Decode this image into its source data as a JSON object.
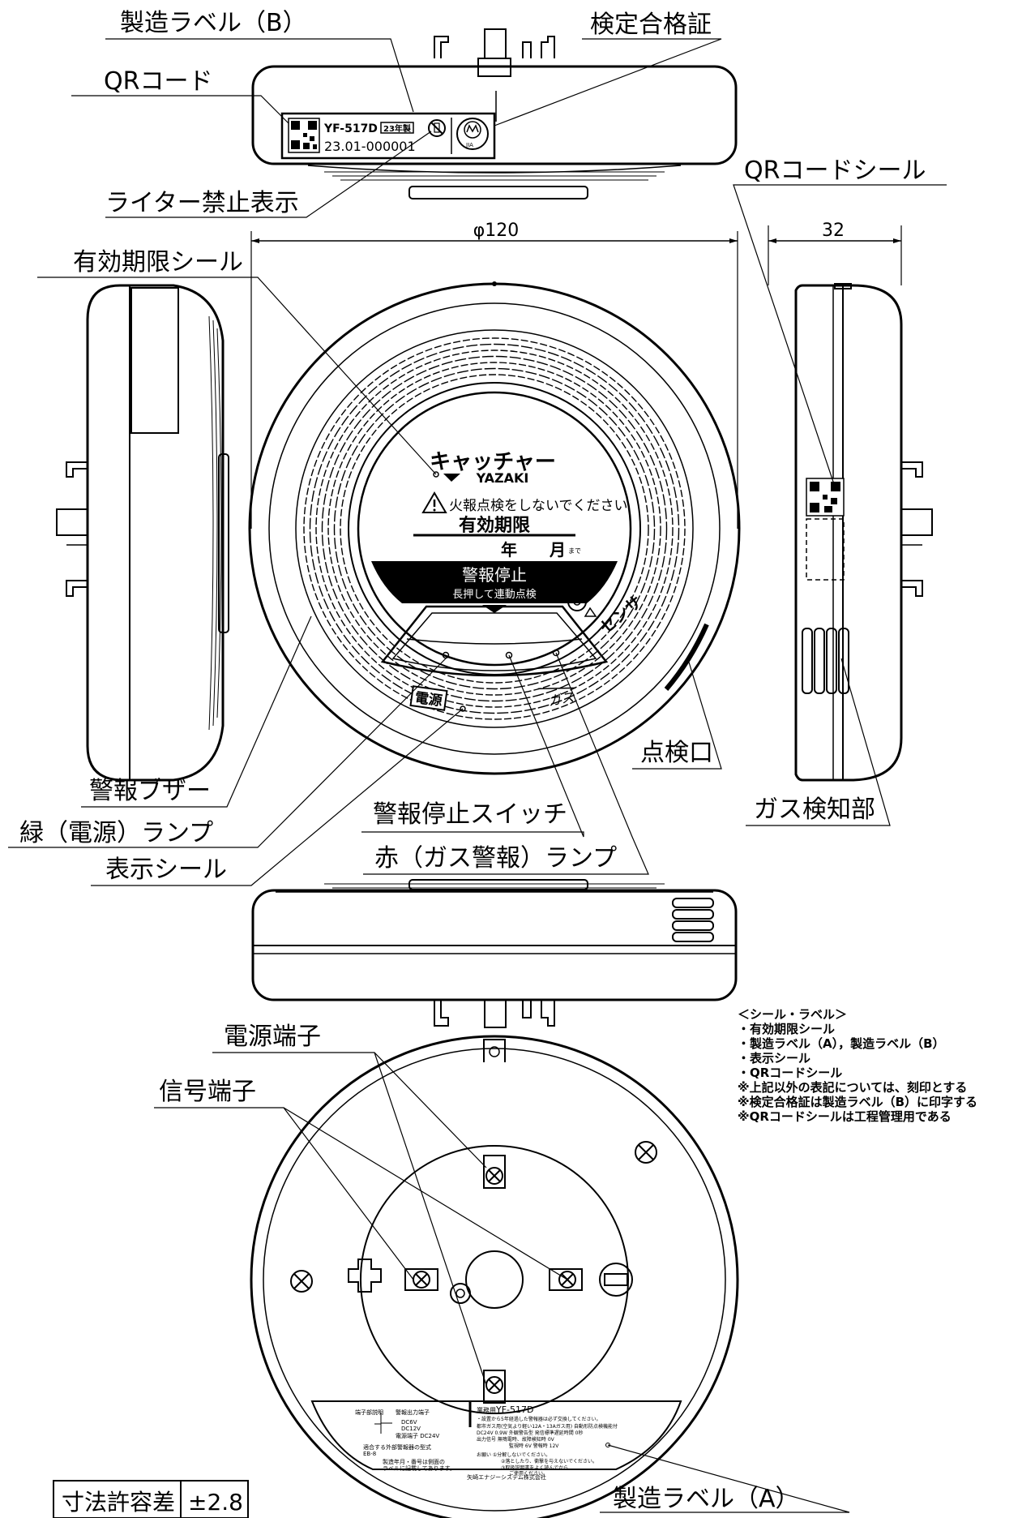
{
  "callouts": {
    "mfg_label_b": "製造ラベル（B）",
    "qr_code": "QRコード",
    "certification": "検定合格証",
    "lighter_prohibited": "ライター禁止表示",
    "qr_code_seal": "QRコードシール",
    "expiry_seal": "有効期限シール",
    "alarm_buzzer": "警報ブザー",
    "green_power_lamp": "緑（電源）ランプ",
    "display_seal": "表示シール",
    "alarm_stop_switch": "警報停止スイッチ",
    "red_gas_lamp": "赤（ガス警報）ランプ",
    "inspection_port": "点検口",
    "gas_detector": "ガス検知部",
    "power_terminal": "電源端子",
    "signal_terminal": "信号端子",
    "mfg_label_a": "製造ラベル（A）"
  },
  "dimensions": {
    "diameter": "φ120",
    "depth": "32"
  },
  "top_label": {
    "model": "YF-517D",
    "year": "23年製",
    "serial": "23.01-000001",
    "cert_mark": "JIA"
  },
  "front_face": {
    "brand": "キャッチャー",
    "maker": "YAZAKI",
    "warning": "火報点検をしないでください",
    "expiry_title": "有効期限",
    "year_char": "年",
    "month_char": "月",
    "made_suffix": "まで",
    "stop_text": "警報停止",
    "stop_sub": "長押して連動点検",
    "power_mark": "電源",
    "gas_mark": "ガス",
    "sensor_mark": "センサ"
  },
  "notes": {
    "header": "＜シール・ラベル＞",
    "items": [
      "・有効期限シール",
      "・製造ラベル（A），製造ラベル（B）",
      "・表示シール",
      "・QRコードシール"
    ],
    "remarks": [
      "※上記以外の表記については、刻印とする",
      "※検定合格証は製造ラベル（B）に印字する",
      "※QRコードシールは工程管理用である"
    ]
  },
  "bottom_label": {
    "left_title": "端子部説明",
    "output_terminal": "警報出力端子",
    "dc6": "DC6V",
    "dc12": "DC12V",
    "power_term": "電源端子 DC24V",
    "compat_title": "適合する外部警報器の型式",
    "compat_model": "EB-8",
    "manufacture_note1": "製造年月・番号は側面の",
    "manufacture_note2": "ラベルに記載してあります。",
    "company": "矢崎エナジーシステム株式会社",
    "use": "業務用",
    "model": "YF-517D",
    "line1": "・設置から5年経過した警報器は必ず交換してください。",
    "line2": "都市ガス用(空気より軽い12A・13Aガス用) 自動形防点検機能付",
    "line3": "DC24V 0.9W 外観警告型 発信標準遅延時間 0秒",
    "line4": "出力信号 無鳴電時、故障検知時 0V",
    "line5": "監視時 6V 警報時 12V",
    "line6": "お願い ①分解しないでください。",
    "line7": "②落としたり、衝撃を与えないでください。",
    "line8": "③取扱説明書をよく読んでから",
    "line9": "ご使用ください。"
  },
  "tolerance": {
    "label": "寸法許容差",
    "value": "±2.8"
  }
}
